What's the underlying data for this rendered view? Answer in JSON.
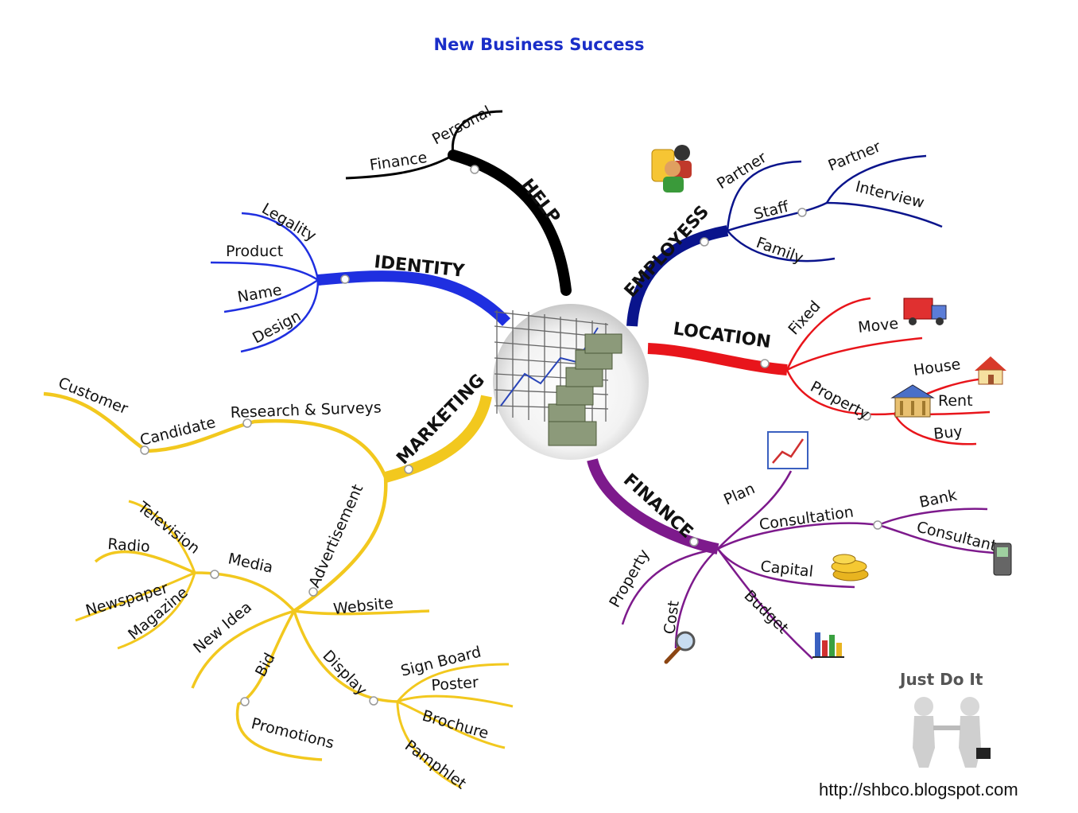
{
  "title": "New Business Success",
  "url": "http://shbco.blogspot.com",
  "footer_caption": "Just Do It",
  "colors": {
    "help": "#000000",
    "identity": "#1f2fe0",
    "employees": "#0a148c",
    "location": "#e8151b",
    "finance": "#7d1a8c",
    "marketing": "#f2c81e",
    "title": "#1a2ec8"
  },
  "branches": {
    "help": {
      "label": "HELP",
      "children": {
        "personal": "Personal",
        "finance": "Finance"
      }
    },
    "identity": {
      "label": "IDENTITY",
      "children": {
        "legality": "Legality",
        "product": "Product",
        "name": "Name",
        "design": "Design"
      }
    },
    "employees": {
      "label": "EMPLOYESS",
      "children": {
        "partner": "Partner",
        "staff": "Staff",
        "family": "Family",
        "staff_partner": "Partner",
        "interview": "Interview"
      }
    },
    "location": {
      "label": "LOCATION",
      "children": {
        "fixed": "Fixed",
        "move": "Move",
        "property": "Property",
        "house": "House",
        "rent": "Rent",
        "buy": "Buy"
      }
    },
    "finance": {
      "label": "FINANCE",
      "children": {
        "plan": "Plan",
        "consultation": "Consultation",
        "bank": "Bank",
        "consultant": "Consultant",
        "capital": "Capital",
        "budget": "Budget",
        "cost": "Cost",
        "property": "Property"
      }
    },
    "marketing": {
      "label": "MARKETING",
      "children": {
        "research": "Research & Surveys",
        "candidate": "Candidate",
        "customer": "Customer",
        "advertisement": "Advertisement",
        "media": "Media",
        "television": "Television",
        "radio": "Radio",
        "newspaper": "Newspaper",
        "magazine": "Magazine",
        "new_idea": "New Idea",
        "website": "Website",
        "bid": "Bid",
        "promotions": "Promotions",
        "display": "Display",
        "sign_board": "Sign Board",
        "poster": "Poster",
        "brochure": "Brochure",
        "pamphlet": "Pamphlet"
      }
    }
  },
  "icons": [
    "people-icon",
    "truck-icon",
    "house-icon",
    "bank-icon",
    "line-chart-icon",
    "mobile-phone-icon",
    "coins-icon",
    "bar-chart-icon",
    "magnifier-icon",
    "handshake-icon",
    "central-stock-chart-image"
  ]
}
